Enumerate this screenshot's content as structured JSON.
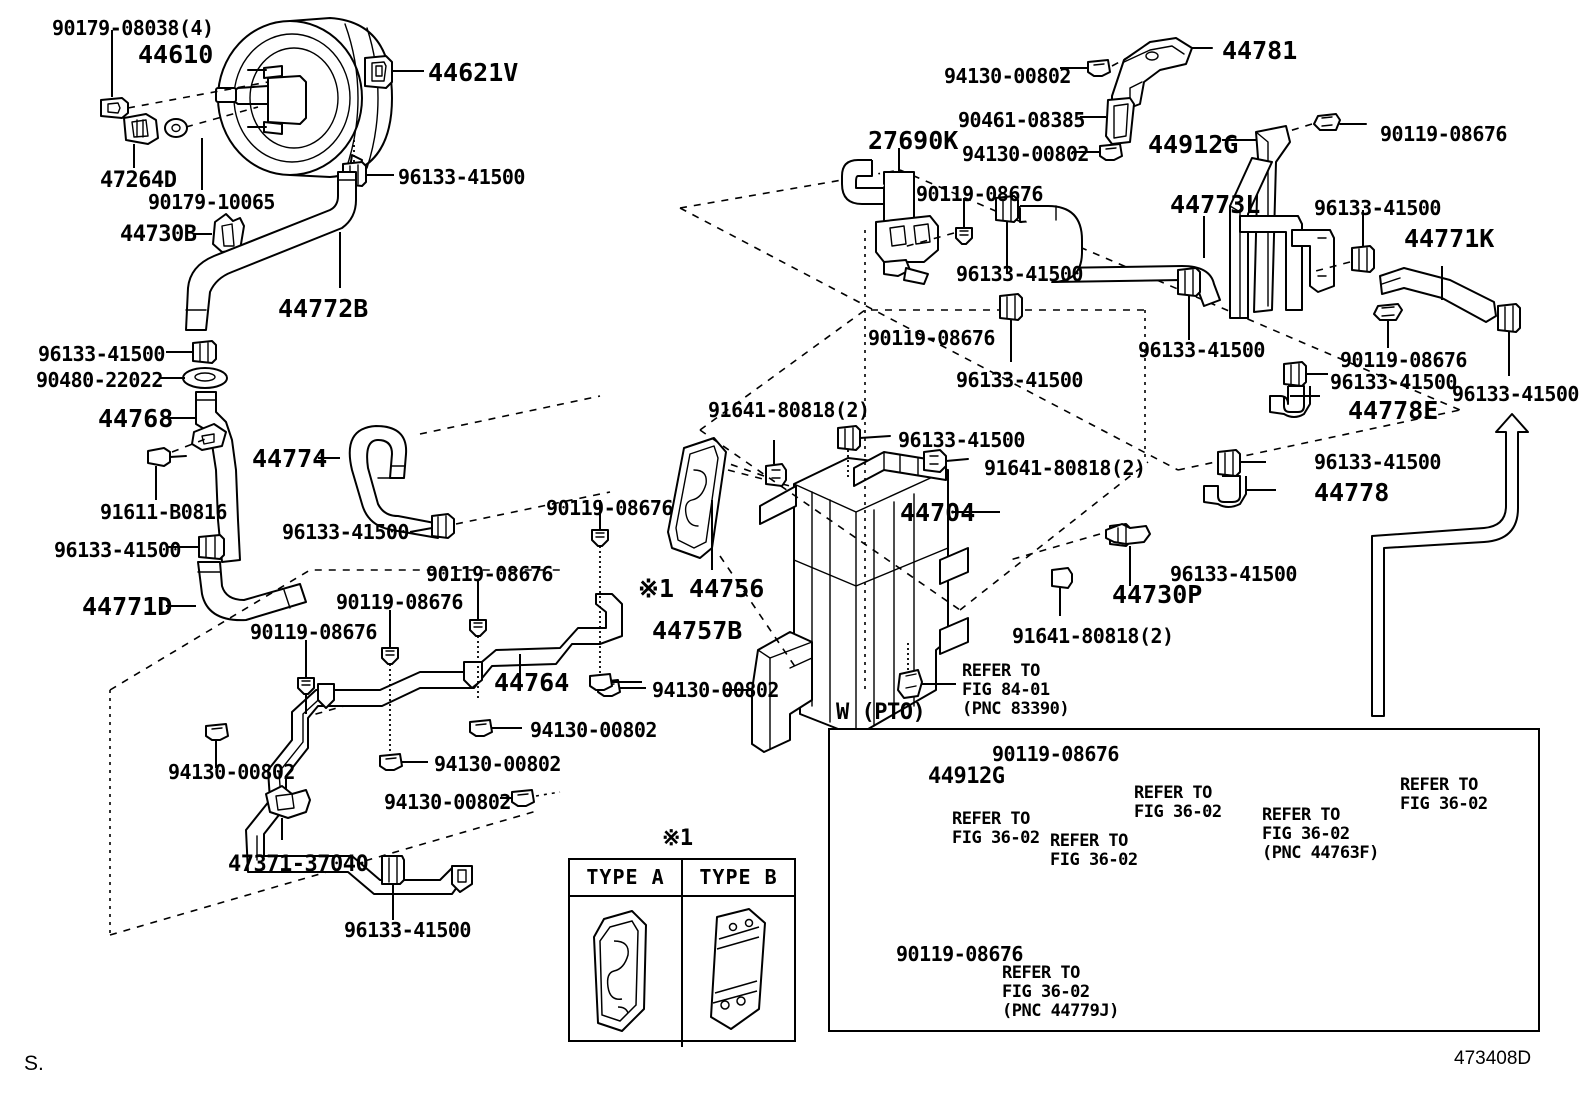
{
  "diagram": {
    "figure_id": "473408D",
    "corner_mark": "S.",
    "pto_section_label": "W (PTO)",
    "type_note_mark": "※1",
    "type_table": {
      "columns": [
        "TYPE  A",
        "TYPE  B"
      ]
    }
  },
  "labels": {
    "l01": "90179-08038(4)",
    "l02": "44610",
    "l03": "44621V",
    "l04": "96133-41500",
    "l05": "47264D",
    "l06": "90179-10065",
    "l07": "44730B",
    "l08": "44772B",
    "l09": "96133-41500",
    "l10": "90480-22022",
    "l11": "44768",
    "l12": "91611-B0816",
    "l13": "96133-41500",
    "l14": "44771D",
    "l15": "44774",
    "l16": "96133-41500",
    "l17": "90119-08676",
    "l18": "90119-08676",
    "l19": "90119-08676",
    "l20": "44764",
    "l21": "94130-00802",
    "l22": "94130-00802",
    "l23": "94130-00802",
    "l24": "94130-00802",
    "l25": "94130-00802",
    "l26": "47371-37040",
    "l27": "96133-41500",
    "l28": "91641-80818(2)",
    "l29": "96133-41500",
    "l30": "91641-80818(2)",
    "l31": "90119-08676",
    "l32": "※1 44756",
    "l33": "44757B",
    "l34": "44704",
    "l35": "91641-80818(2)",
    "l36": "94130-00802",
    "l37": "44781",
    "l38": "94130-00802",
    "l39": "90461-08385",
    "l40": "94130-00802",
    "l41": "27690K",
    "l42": "90119-08676",
    "l43": "96133-41500",
    "l44": "90119-08676",
    "l45": "96133-41500",
    "l46": "44773L",
    "l47": "96133-41500",
    "l48": "44912G",
    "l49": "90119-08676",
    "l50": "96133-41500",
    "l51": "44771K",
    "l52": "90119-08676",
    "l53": "96133-41500",
    "l54": "96133-41500",
    "l55": "44778E",
    "l56": "96133-41500",
    "l57": "44778",
    "l58": "96133-41500",
    "l59": "44730P",
    "l60": "91641-80818(2)",
    "l61": "REFER TO\nFIG 84-01\n(PNC 83390)",
    "l62": "90119-08676",
    "l63": "44912G",
    "l64": "REFER TO\nFIG 36-02",
    "l65": "REFER TO\nFIG 36-02",
    "l66": "REFER TO\nFIG 36-02",
    "l67": "REFER TO\nFIG 36-02\n(PNC 44763F)",
    "l68": "REFER TO\nFIG 36-02",
    "l69": "90119-08676",
    "l70": "REFER TO\nFIG 36-02\n(PNC 44779J)"
  }
}
